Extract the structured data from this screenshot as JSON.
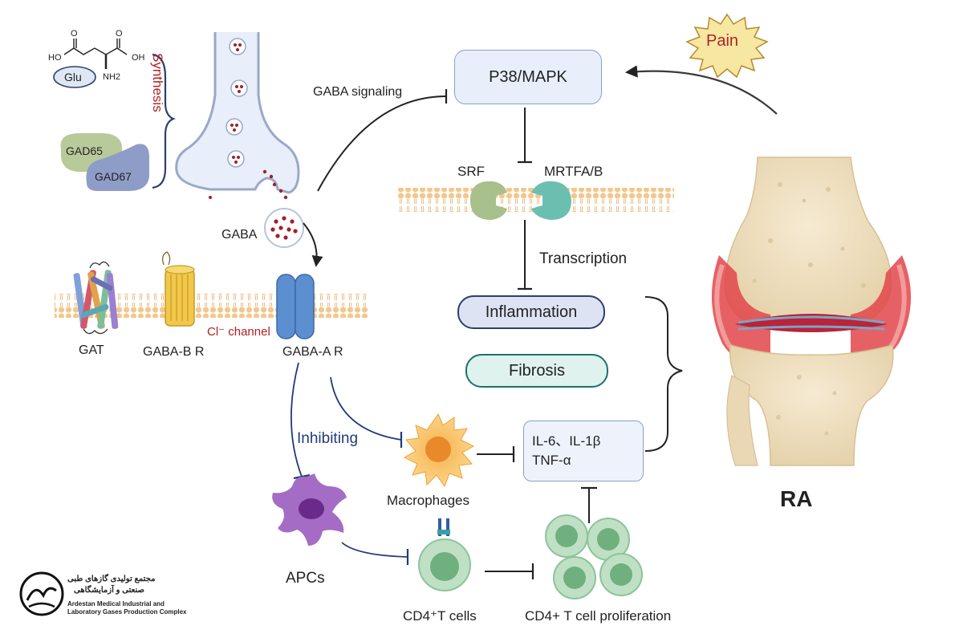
{
  "synthesis": {
    "title": "Synthesis",
    "glu": "Glu",
    "ho_left": "HO",
    "oh_right": "OH",
    "o_left": "O",
    "o_right": "O",
    "nh2": "NH2",
    "gad65": "GAD65",
    "gad67": "GAD67"
  },
  "gaba_label": "GABA",
  "gaba_signaling": "GABA signaling",
  "pain": "Pain",
  "p38": "P38/MAPK",
  "srf": "SRF",
  "mrtfa": "MRTFA/B",
  "transcription": "Transcription",
  "inflammation": "Inflammation",
  "fibrosis": "Fibrosis",
  "receptors": {
    "gat": "GAT",
    "gaba_b": "GABA-B R",
    "gaba_a": "GABA-A R",
    "cl_channel": "Cl⁻ channel"
  },
  "inhibiting": "Inhibiting",
  "macrophages": "Macrophages",
  "apcs": "APCs",
  "cytokines": {
    "line1": "IL-6、IL-1β",
    "line2": "TNF-α"
  },
  "cd4_cells": "CD4⁺T cells",
  "cd4_proliferation": "CD4+ T cell proliferation",
  "ra": "RA",
  "logo": {
    "fa_line1": "مجتمع تولیدی گازهای طبی",
    "fa_line2": "صنعتی و آزمایشگاهی",
    "en_line1": "Ardestan Medical Industrial and",
    "en_line2": "Laboratory Gases Production Complex"
  },
  "colors": {
    "synthesis_red": "#b32024",
    "box_blue_border": "#8aa0c8",
    "box_blue_fill": "#e8eefa",
    "inflammation_fill": "#dde3f2",
    "fibrosis_fill": "#dff2ee",
    "fibrosis_border": "#1f6f6a",
    "inhibiting_blue": "#1f3b7a",
    "membrane_tan": "#f0c98a"
  }
}
